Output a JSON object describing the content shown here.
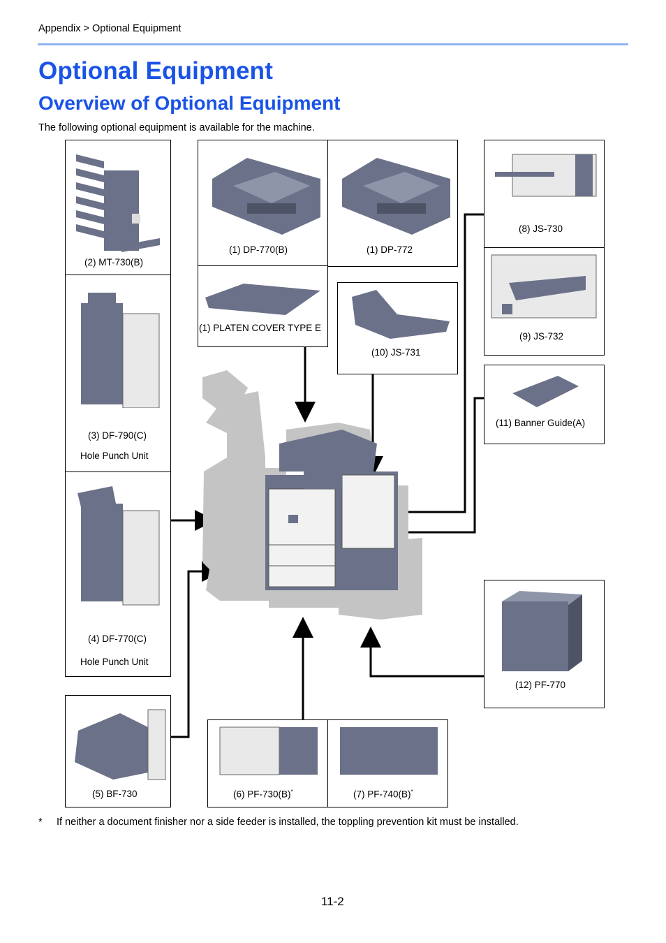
{
  "breadcrumb": "Appendix > Optional Equipment",
  "title": "Optional Equipment",
  "subtitle": "Overview of Optional Equipment",
  "intro": "The following optional equipment is available for the machine.",
  "items": {
    "mt730b": "(2) MT-730(B)",
    "dp770b": "(1) DP-770(B)",
    "dp772": "(1) DP-772",
    "js730": "(8) JS-730",
    "js732": "(9) JS-732",
    "platen": "(1) PLATEN COVER TYPE E",
    "js731": "(10) JS-731",
    "banner": "(11) Banner Guide(A)",
    "df790c": "(3) DF-790(C)",
    "df790c_sub": "Hole Punch Unit",
    "df770c": "(4) DF-770(C)",
    "df770c_sub": "Hole Punch Unit",
    "pf770": "(12) PF-770",
    "bf730": "(5) BF-730",
    "pf730b": "(6) PF-730(B)",
    "pf740b": "(7) PF-740(B)",
    "asterisk": "*"
  },
  "footnote_mark": "*",
  "footnote": "If neither a document finisher nor a side feeder is installed, the toppling prevention kit must be installed.",
  "page_number": "11-2",
  "colors": {
    "heading": "#1a53e6",
    "rule": "#8fb4ee",
    "device": "#6b7188",
    "shadow": "#c4c4c4"
  }
}
